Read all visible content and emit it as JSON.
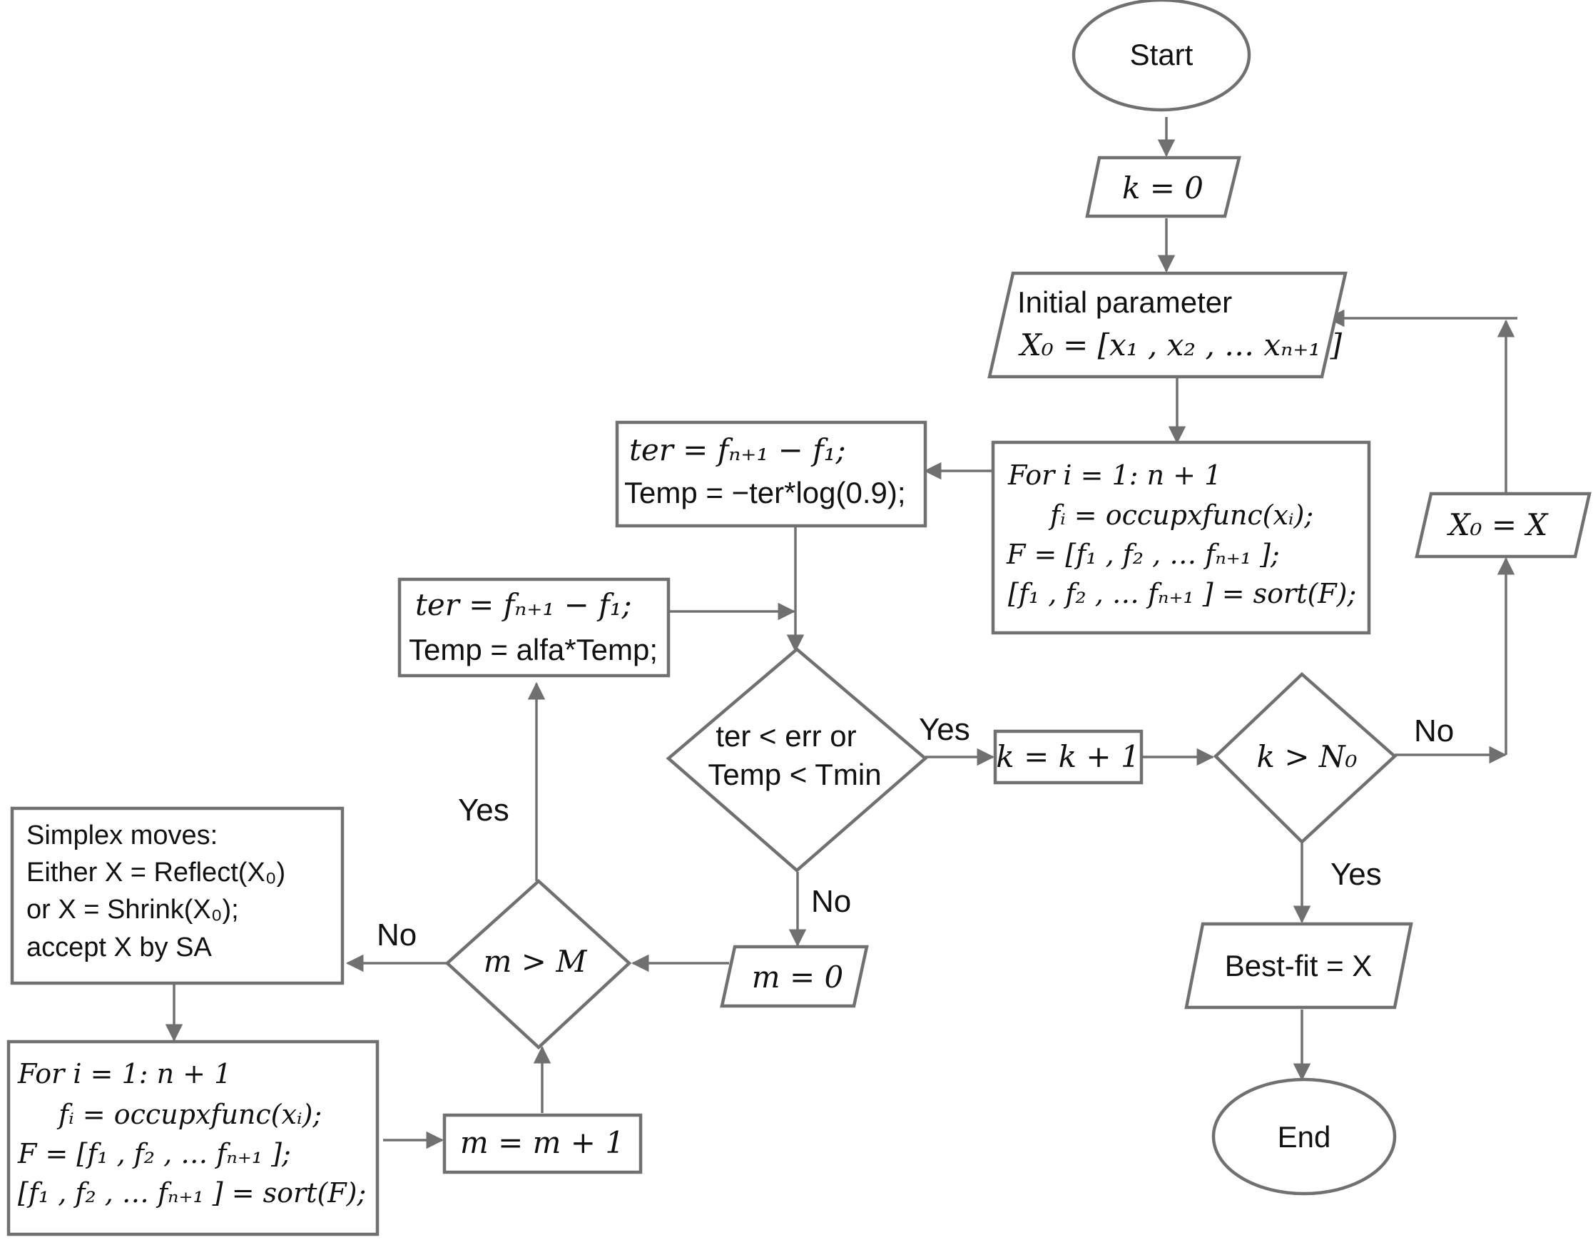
{
  "nodes": {
    "start": "Start",
    "k0": "k = 0",
    "init_line1": "Initial parameter",
    "init_line2": "X₀ = [x₁ , x₂ , … xₙ₊₁ ]",
    "forR_line1": "For i = 1: n + 1",
    "forR_line2": "fᵢ = occupxfunc(xᵢ);",
    "forR_line3": "F = [f₁ , f₂ , … fₙ₊₁ ];",
    "forR_line4": "[f₁ , f₂ , … fₙ₊₁ ] = sort(F);",
    "ter1_line1": "ter = fₙ₊₁ − f₁;",
    "ter1_line2": "Temp = −ter*log(0.9);",
    "ter2_line1": "ter = fₙ₊₁ − f₁;",
    "ter2_line2": "Temp = alfa*Temp;",
    "cond_line1": "ter < err or",
    "cond_line2": "Temp < Tmin",
    "kinc": "k = k + 1",
    "kN0": "k > N₀",
    "x0x": "X₀ = X",
    "bestfit": "Best-fit = X",
    "end": "End",
    "m0": "m = 0",
    "mM": "m > M",
    "minc": "m = m + 1",
    "simplex_line1": "Simplex moves:",
    "simplex_line2": "Either X = Reflect(X₀)",
    "simplex_line3": "or X = Shrink(X₀);",
    "simplex_line4": "accept X by SA",
    "forL_line1": "For i = 1: n + 1",
    "forL_line2": "fᵢ = occupxfunc(xᵢ);",
    "forL_line3": "F = [f₁ , f₂ , … fₙ₊₁ ];",
    "forL_line4": "[f₁ , f₂ , … fₙ₊₁ ] = sort(F);"
  },
  "edge_labels": {
    "cond_yes": "Yes",
    "cond_no": "No",
    "kN0_yes": "Yes",
    "kN0_no": "No",
    "mM_yes": "Yes",
    "mM_no": "No"
  },
  "colors": {
    "stroke": "#707070",
    "text": "#111111",
    "background": "#ffffff"
  }
}
